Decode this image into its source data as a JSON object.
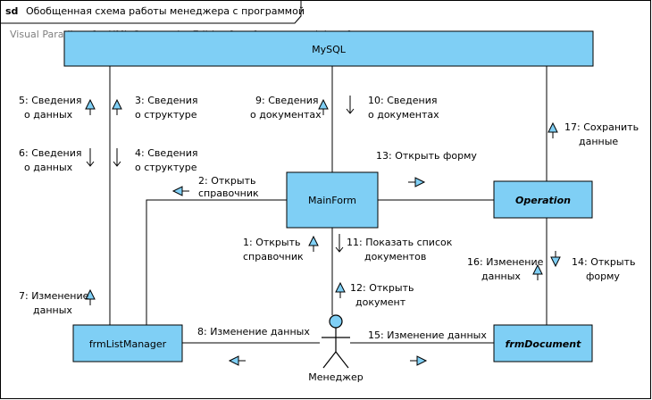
{
  "frame": {
    "kind_label": "sd",
    "title": "Обобщенная схема работы менеджера с программой",
    "watermark": "Visual Paradigm for UML Community Edition [not for commercial use]"
  },
  "lifelines": {
    "mysql": "MySQL",
    "mainform": "MainForm",
    "operation": "Operation",
    "listmanager": "frmListManager",
    "document": "frmDocument",
    "actor": "Менеджер"
  },
  "messages": [
    {
      "id": "m1",
      "lines": [
        "1: Открыть",
        "справочник"
      ]
    },
    {
      "id": "m2",
      "lines": [
        "2: Открыть",
        "справочник"
      ]
    },
    {
      "id": "m3",
      "lines": [
        "3: Сведения",
        "о структуре"
      ]
    },
    {
      "id": "m4",
      "lines": [
        "4: Сведения",
        "о структуре"
      ]
    },
    {
      "id": "m5",
      "lines": [
        "5: Сведения",
        "о данных"
      ]
    },
    {
      "id": "m6",
      "lines": [
        "6: Сведения",
        "о данных"
      ]
    },
    {
      "id": "m7",
      "lines": [
        "7: Изменение",
        "данных"
      ]
    },
    {
      "id": "m8",
      "lines": [
        "8: Изменение данных"
      ]
    },
    {
      "id": "m9",
      "lines": [
        "9: Сведения",
        "о документах"
      ]
    },
    {
      "id": "m10",
      "lines": [
        "10: Сведения",
        "о документах"
      ]
    },
    {
      "id": "m11",
      "lines": [
        "11: Показать список",
        "документов"
      ]
    },
    {
      "id": "m12",
      "lines": [
        "12: Открыть",
        "документ"
      ]
    },
    {
      "id": "m13",
      "lines": [
        "13: Открыть форму"
      ]
    },
    {
      "id": "m14",
      "lines": [
        "14: Открыть",
        "форму"
      ]
    },
    {
      "id": "m15",
      "lines": [
        "15: Изменение данных"
      ]
    },
    {
      "id": "m16",
      "lines": [
        "16: Изменение",
        "данных"
      ]
    },
    {
      "id": "m17",
      "lines": [
        "17: Сохранить",
        "данные"
      ]
    }
  ],
  "colors": {
    "box_fill": "#7fcff5",
    "box_stroke": "#000000",
    "arrow_fill": "#7fcff5",
    "watermark": "#808080"
  }
}
